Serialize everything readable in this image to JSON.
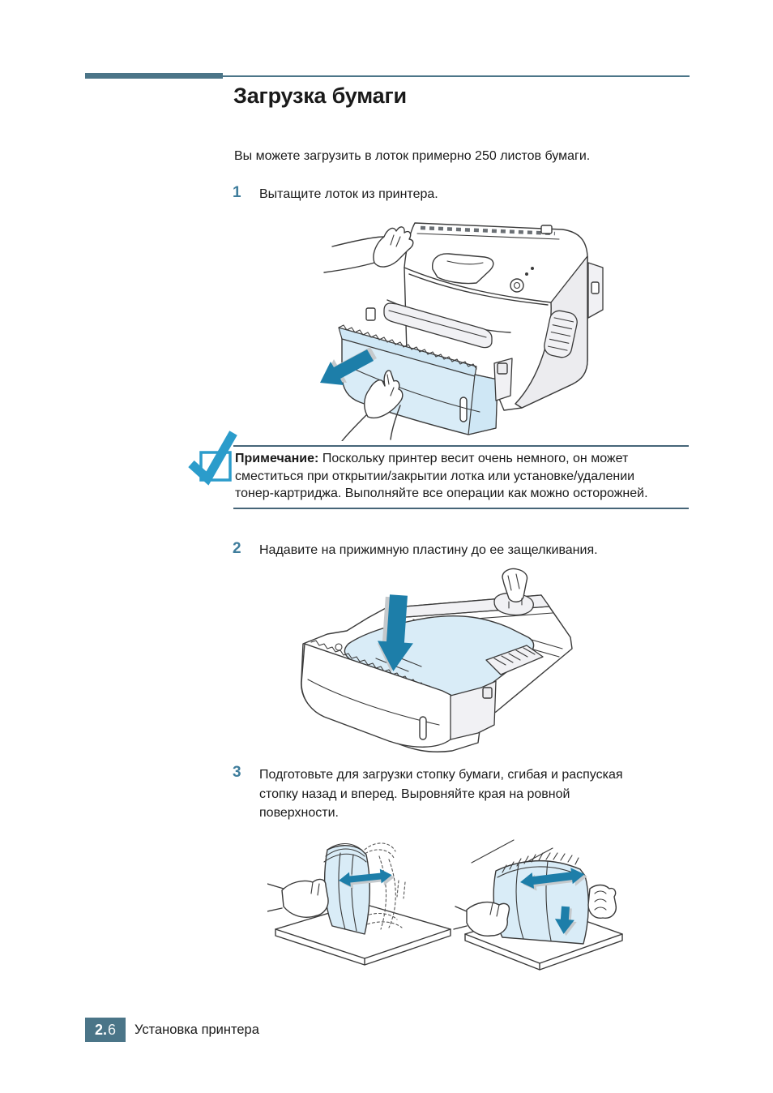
{
  "colors": {
    "accent_slate": "#4b7588",
    "step_number": "#3f7d9c",
    "note_icon_blue": "#2b9ccb",
    "arrow_teal": "#1d7ea9",
    "paper_blue": "#d9ecf7",
    "line_art": "#3a3a3a",
    "text": "#1a1a1a",
    "note_rule": "#466578"
  },
  "header": {
    "title": "Загрузка бумаги"
  },
  "intro": "Вы можете загрузить в лоток примерно 250 листов бумаги.",
  "steps": [
    {
      "number": "1",
      "lines": [
        "Вытащите лоток из принтера."
      ]
    },
    {
      "number": "2",
      "lines": [
        "Надавите на прижимную пластину до ее защелкивания."
      ]
    },
    {
      "number": "3",
      "lines": [
        "Подготовьте для загрузки стопку бумаги, сгибая и распуская",
        "стопку назад и вперед. Выровняйте края на ровной",
        "поверхности."
      ]
    }
  ],
  "note": {
    "label": "Примечание:",
    "lines": [
      "Поскольку принтер весит очень немного, он может",
      "сместиться при открытии/закрытии лотка или установке/удалении",
      "тонер-картриджа. Выполняйте все операции как можно осторожней."
    ]
  },
  "footer": {
    "page_number_bold": "2.",
    "page_number_light": "6",
    "chapter": "Установка принтера"
  },
  "icons": {
    "note": "checkbox-checkmark-icon",
    "step1_arrow": "pull-out-arrow-icon",
    "step2_arrow": "press-down-arrow-icon",
    "step3_arrows": [
      "flex-double-arrow-icon",
      "fan-double-arrow-icon",
      "align-down-arrow-icon"
    ]
  }
}
